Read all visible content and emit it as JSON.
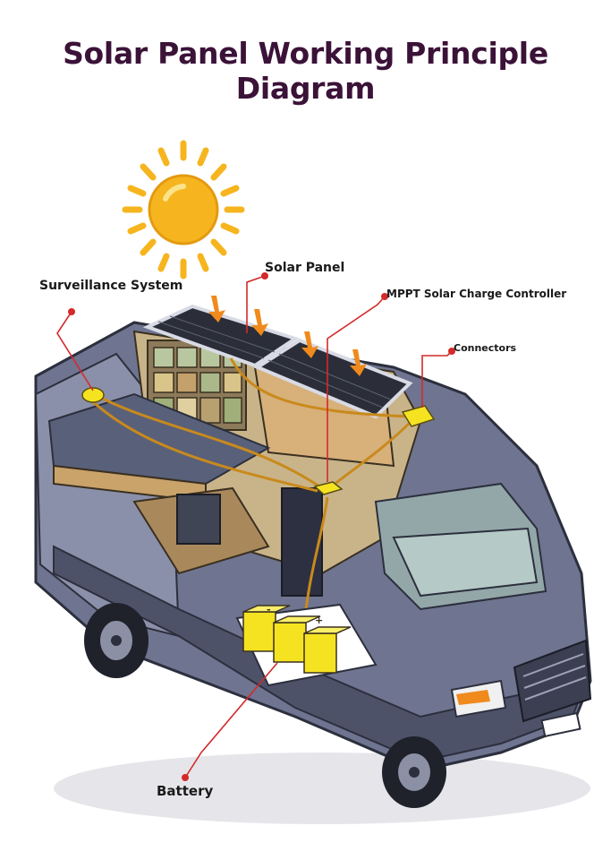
{
  "title": "Solar Panel Working Principle Diagram",
  "labels": {
    "surveillance": "Surveillance System",
    "solar_panel": "Solar Panel",
    "mppt": "MPPT Solar Charge Controller",
    "connectors": "Connectors",
    "battery": "Battery"
  },
  "colors": {
    "title": "#3b1238",
    "leader": "#d42a2a",
    "van_body": "#6f7490",
    "sun": "#f6b51f",
    "battery": "#f5e321",
    "arrow": "#f08a1c"
  },
  "battery_terminals": [
    "-",
    "+"
  ]
}
